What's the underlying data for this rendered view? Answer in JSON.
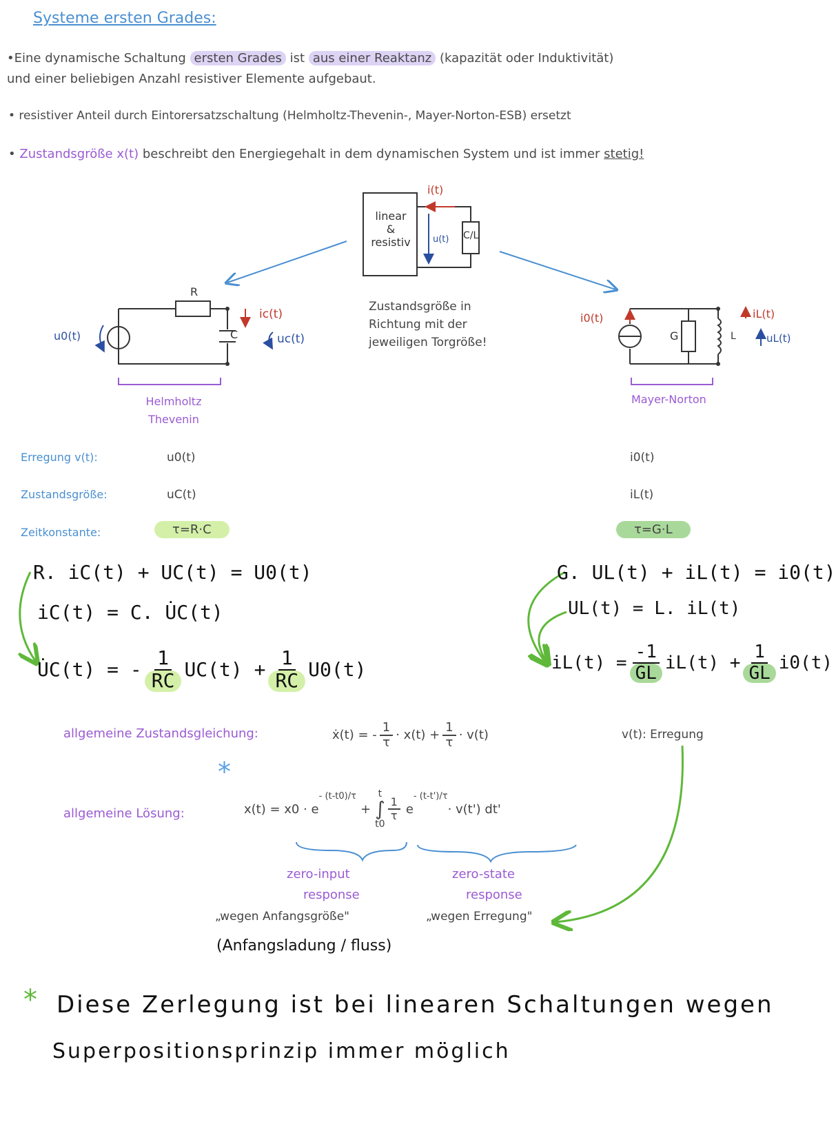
{
  "title": "Systeme ersten Grades:",
  "bullets": {
    "b1_pre": "•Eine dynamische Schaltung",
    "b1_hl1": "ersten Grades",
    "b1_mid": "ist",
    "b1_hl2": "aus einer Reaktanz",
    "b1_post": "(kapazität oder Induktivität)",
    "b1_line2": "und einer beliebigen Anzahl resistiver Elemente aufgebaut.",
    "b2": "• resistiver Anteil durch Eintorersatzschaltung (Helmholtz-Thevenin-, Mayer-Norton-ESB) ersetzt",
    "b3_dot": "•",
    "b3_colored": "Zustandsgröße x(t)",
    "b3_rest": "beschreibt den Energiegehalt in dem dynamischen System und ist immer",
    "b3_underlined": "stetig!"
  },
  "center_circuit": {
    "box_line1": "linear",
    "box_line2": "&",
    "box_line3": "resistiv",
    "current": "i(t)",
    "voltage": "u(t)",
    "element": "C/L"
  },
  "center_note": [
    "Zustandsgröße in",
    "Richtung mit der",
    "jeweiligen Torgröße!"
  ],
  "left_circuit": {
    "R": "R",
    "source": "u0(t)",
    "C": "C",
    "current": "ic(t)",
    "voltage": "uc(t)",
    "label": [
      "Helmholtz",
      "Thevenin"
    ]
  },
  "right_circuit": {
    "source": "i0(t)",
    "G": "G",
    "L": "L",
    "current": "iL(t)",
    "voltage": "uL(t)",
    "label": "Mayer-Norton"
  },
  "table": {
    "row1_label": "Erregung v(t):",
    "row1_left": "u0(t)",
    "row1_right": "i0(t)",
    "row2_label": "Zustandsgröße:",
    "row2_left": "uC(t)",
    "row2_right": "iL(t)",
    "row3_label": "Zeitkonstante:",
    "row3_left": "τ=R·C",
    "row3_right": "τ=G·L"
  },
  "eq_left": {
    "l1": "R. iC(t) + UC(t) = U0(t)",
    "l2": "iC(t) = C. U̇C(t)",
    "l3_pre": "U̇C(t) = -",
    "l3_num1": "1",
    "l3_den1": "RC",
    "l3_mid": "UC(t) +",
    "l3_num2": "1",
    "l3_den2": "RC",
    "l3_post": "U0(t)"
  },
  "eq_right": {
    "l1": "G. UL(t) + iL(t) = i0(t)",
    "l2": "UL(t) = L. iL(t)",
    "l3_pre": "i̇L(t) =",
    "l3_num1": "-1",
    "l3_den1": "GL",
    "l3_mid": "iL(t) +",
    "l3_num2": "1",
    "l3_den2": "GL",
    "l3_post": "i0(t)"
  },
  "general": {
    "eq_label": "allgemeine Zustandsgleichung:",
    "eq_pre": "ẋ(t) = -",
    "eq_num1": "1",
    "eq_den1": "τ",
    "eq_mid": "· x(t) +",
    "eq_num2": "1",
    "eq_den2": "τ",
    "eq_post": "· v(t)",
    "v_note": "v(t): Erregung",
    "star": "*",
    "sol_label": "allgemeine Lösung:",
    "sol_pre": "x(t) = x0 · e",
    "sol_exp1": "- (t-t0)/τ",
    "sol_plus": "+",
    "sol_upper": "t",
    "sol_lower": "t0",
    "sol_num": "1",
    "sol_den": "τ",
    "sol_e": "e",
    "sol_exp2": "- (t-t')/τ",
    "sol_post": "· v(t') dt'",
    "zi_1": "zero-input",
    "zi_2": "response",
    "zi_3": "„wegen Anfangsgröße\"",
    "zi_4": "(Anfangsladung / fluss)",
    "zs_1": "zero-state",
    "zs_2": "response",
    "zs_3": "„wegen Erregung\""
  },
  "footer": {
    "star": "*",
    "line1": "Diese Zerlegung ist bei linearen Schaltungen wegen",
    "line2": "Superpositionsprinzip immer möglich"
  }
}
